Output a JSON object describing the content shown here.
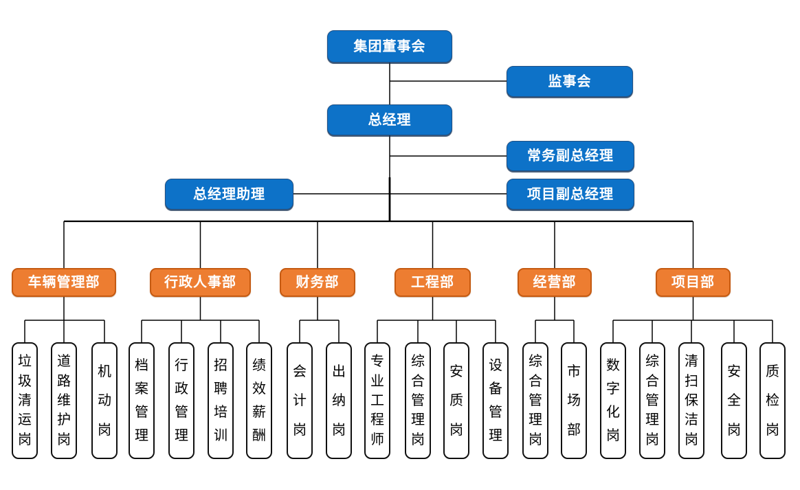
{
  "chart": {
    "top": {
      "label": "集团董事会"
    },
    "supervisory": {
      "label": "监事会"
    },
    "gm": {
      "label": "总经理"
    },
    "deputies": {
      "executive": {
        "label": "常务副总经理"
      },
      "assistant": {
        "label": "总经理助理"
      },
      "project": {
        "label": "项目副总经理"
      }
    },
    "departments": [
      {
        "label": "车辆管理部",
        "positions": [
          "垃圾清运岗",
          "道路维护岗",
          "机动岗"
        ]
      },
      {
        "label": "行政人事部",
        "positions": [
          "档案管理",
          "行政管理",
          "招聘培训",
          "绩效薪酬"
        ]
      },
      {
        "label": "财务部",
        "positions": [
          "会计岗",
          "出纳岗"
        ]
      },
      {
        "label": "工程部",
        "positions": [
          "专业工程师",
          "综合管理岗",
          "安质岗",
          "设备管理"
        ]
      },
      {
        "label": "经营部",
        "positions": [
          "综合管理岗",
          "市场部"
        ]
      },
      {
        "label": "项目部",
        "positions": [
          "数字化岗",
          "综合管理岗",
          "清扫保洁岗",
          "安全岗",
          "质检岗"
        ]
      }
    ]
  },
  "colors": {
    "box_blue": "#0D72C8",
    "box_orange": "#ED7D31",
    "orange_border": "#C55A11",
    "line_color": "#000000",
    "leaf_border": "#0f0f0f"
  }
}
